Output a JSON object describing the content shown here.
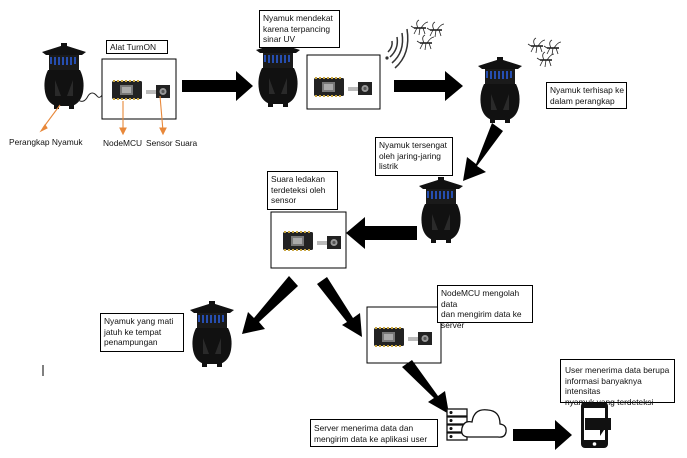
{
  "labels": {
    "alat_turnon": "Alat TurnON",
    "perangkap_nyamuk": "Perangkap Nyamuk",
    "nodemcu": "NodeMCU",
    "sensor_suara": "Sensor Suara",
    "nyamuk_mendekat": [
      "Nyamuk mendekat",
      "karena terpancing",
      "sinar UV"
    ],
    "nyamuk_terhisap": [
      "Nyamuk terhisap ke",
      "dalam perangkap"
    ],
    "nyamuk_tersengat": [
      "Nyamuk tersengat",
      "oleh jaring-jaring",
      "listrik"
    ],
    "suara_ledakan": [
      "Suara ledakan",
      "terdeteksi oleh",
      "sensor"
    ],
    "nyamuk_mati": [
      "Nyamuk yang mati",
      "jatuh ke tempat",
      "penampungan"
    ],
    "nodemcu_mengolah": [
      "NodeMCU mengolah data",
      "dan mengirim data ke",
      "server"
    ],
    "server_menerima": [
      "Server menerima data dan",
      "mengirim data ke aplikasi user"
    ],
    "user_menerima": [
      "User menerima data berupa",
      "informasi banyaknya intensitas",
      "nyamuk yang terdeteksi"
    ]
  },
  "icons": [
    "mosquito-trap-icon",
    "nodemcu-board-icon",
    "sound-sensor-icon",
    "signal-waves-icon",
    "mosquito-icon",
    "server-icon",
    "cloud-icon",
    "smartphone-icon",
    "arrow-icon"
  ],
  "colors": {
    "arrow": "#000000",
    "pointer": "#e8883a",
    "trap_body": "#111111",
    "uv_light": "#2a5bd7"
  }
}
